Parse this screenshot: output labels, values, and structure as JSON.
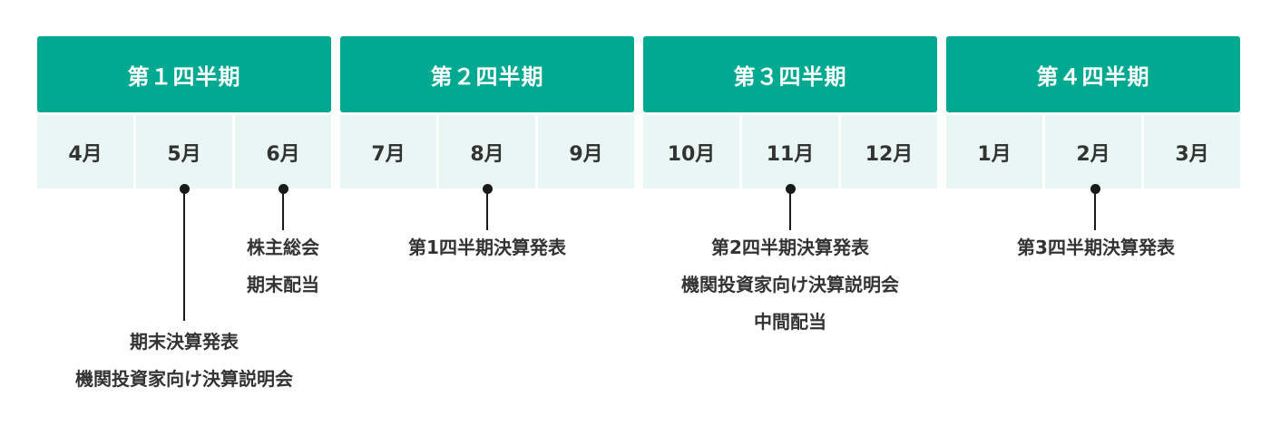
{
  "quarters": [
    {
      "label": "第１四半期"
    },
    {
      "label": "第２四半期"
    },
    {
      "label": "第３四半期"
    },
    {
      "label": "第４四半期"
    }
  ],
  "months": [
    "4月",
    "5月",
    "6月",
    "7月",
    "8月",
    "9月",
    "10月",
    "11月",
    "12月",
    "1月",
    "2月",
    "3月"
  ],
  "events": {
    "may": [
      "期末決算発表",
      "機関投資家向け決算説明会"
    ],
    "june": [
      "株主総会",
      "期末配当"
    ],
    "august": [
      "第1四半期決算発表"
    ],
    "november": [
      "第2四半期決算発表",
      "機関投資家向け決算説明会",
      "中間配当"
    ],
    "february": [
      "第3四半期決算発表"
    ]
  },
  "colors": {
    "quarter_header": "#00a98f",
    "month_cell": "#e9f6f4",
    "marker": "#1a1a1a"
  }
}
